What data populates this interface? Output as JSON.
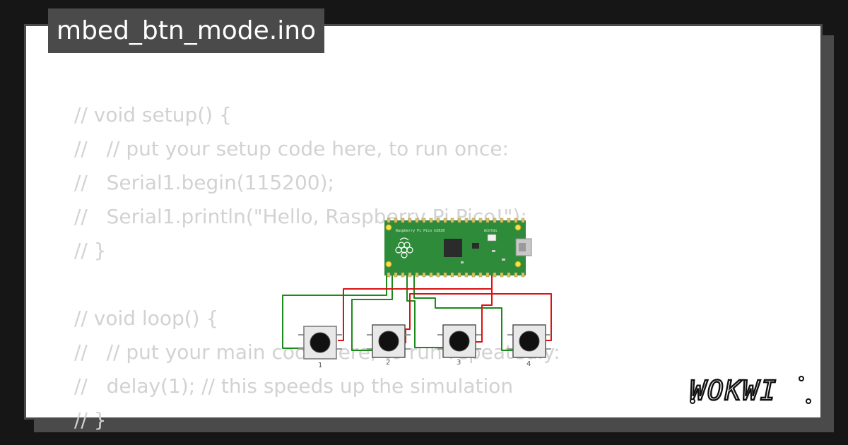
{
  "window": {
    "title": "mbed_btn_mode.ino"
  },
  "code": {
    "lines": [
      "// void setup() {",
      "//   // put your setup code here, to run once:",
      "//   Serial1.begin(115200);",
      "//   Serial1.println(\"Hello, Raspberry Pi Pico!\");",
      "// }",
      "",
      "// void loop() {",
      "//   // put your main code here, to run repeatedly:",
      "//   delay(1); // this speeds up the simulation",
      "// }"
    ]
  },
  "board": {
    "label": "Raspberry Pi Pico ©2020",
    "bootsel_label": "BOOTSEL"
  },
  "buttons": [
    {
      "label": "1"
    },
    {
      "label": "2"
    },
    {
      "label": "3"
    },
    {
      "label": "4"
    }
  ],
  "brand": {
    "logo_text": "WOKWI"
  },
  "colors": {
    "background": "#161616",
    "card": "#ffffff",
    "tab": "#4a4a4a",
    "code_text": "#d2d2d2",
    "pcb_green": "#2e8b3a",
    "wire_green": "#1a8a1a",
    "wire_red": "#dd1111"
  }
}
